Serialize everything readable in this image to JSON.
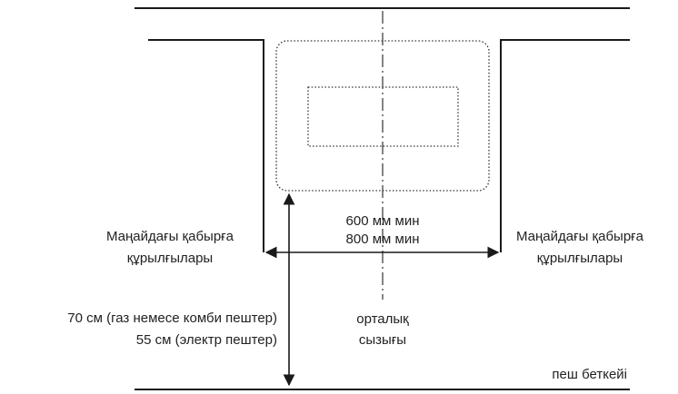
{
  "labels": {
    "dimension_600": "600 мм мин",
    "dimension_800": "800 мм мин",
    "left_cabinet_line1": "Маңайдағы қабырға",
    "left_cabinet_line2": "құрылғылары",
    "right_cabinet_line1": "Маңайдағы қабырға",
    "right_cabinet_line2": "құрылғылары",
    "height_gas": "70 см (газ немесе комби пештер)",
    "height_electric": "55 см (электр пештер)",
    "center_line1": "орталық",
    "center_line2": "сызығы",
    "hob_surface": "пеш беткейі"
  },
  "colors": {
    "line": "#1a1a1a",
    "text": "#222222"
  }
}
